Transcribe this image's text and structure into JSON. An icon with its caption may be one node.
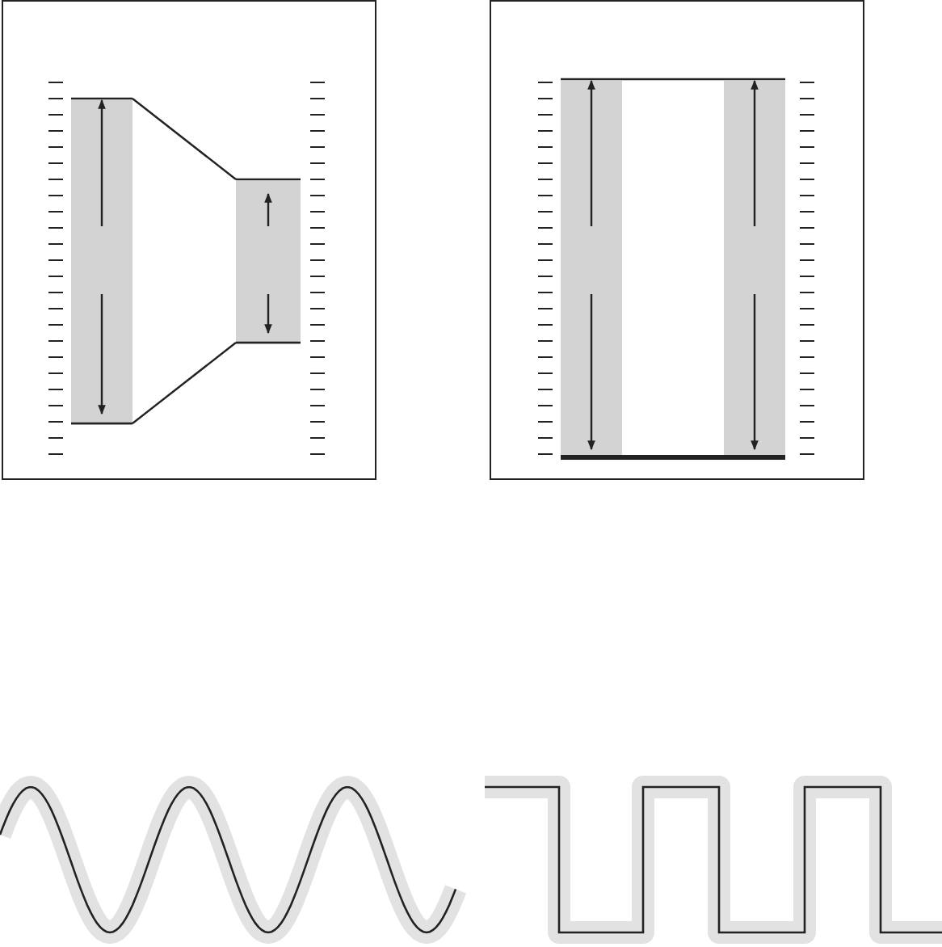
{
  "diagram": {
    "nodes": [
      {
        "text": [],
        "shape": "box"
      },
      {
        "text": [],
        "shape": "bar",
        "in": 0
      },
      {
        "text": [],
        "shape": "bar",
        "in": 0
      },
      {
        "text": [],
        "shape": "box"
      },
      {
        "text": [],
        "shape": "bar",
        "in": 3
      },
      {
        "text": [],
        "shape": "bar",
        "in": 3
      }
    ],
    "edges": [
      {
        "from": 1,
        "to": 2,
        "arrow": "none"
      },
      {
        "from": 1,
        "to": 2,
        "arrow": "none"
      },
      {
        "from": 4,
        "to": 5,
        "arrow": "none"
      },
      {
        "from": 4,
        "to": 5,
        "arrow": "none",
        "style": "thick"
      }
    ]
  }
}
